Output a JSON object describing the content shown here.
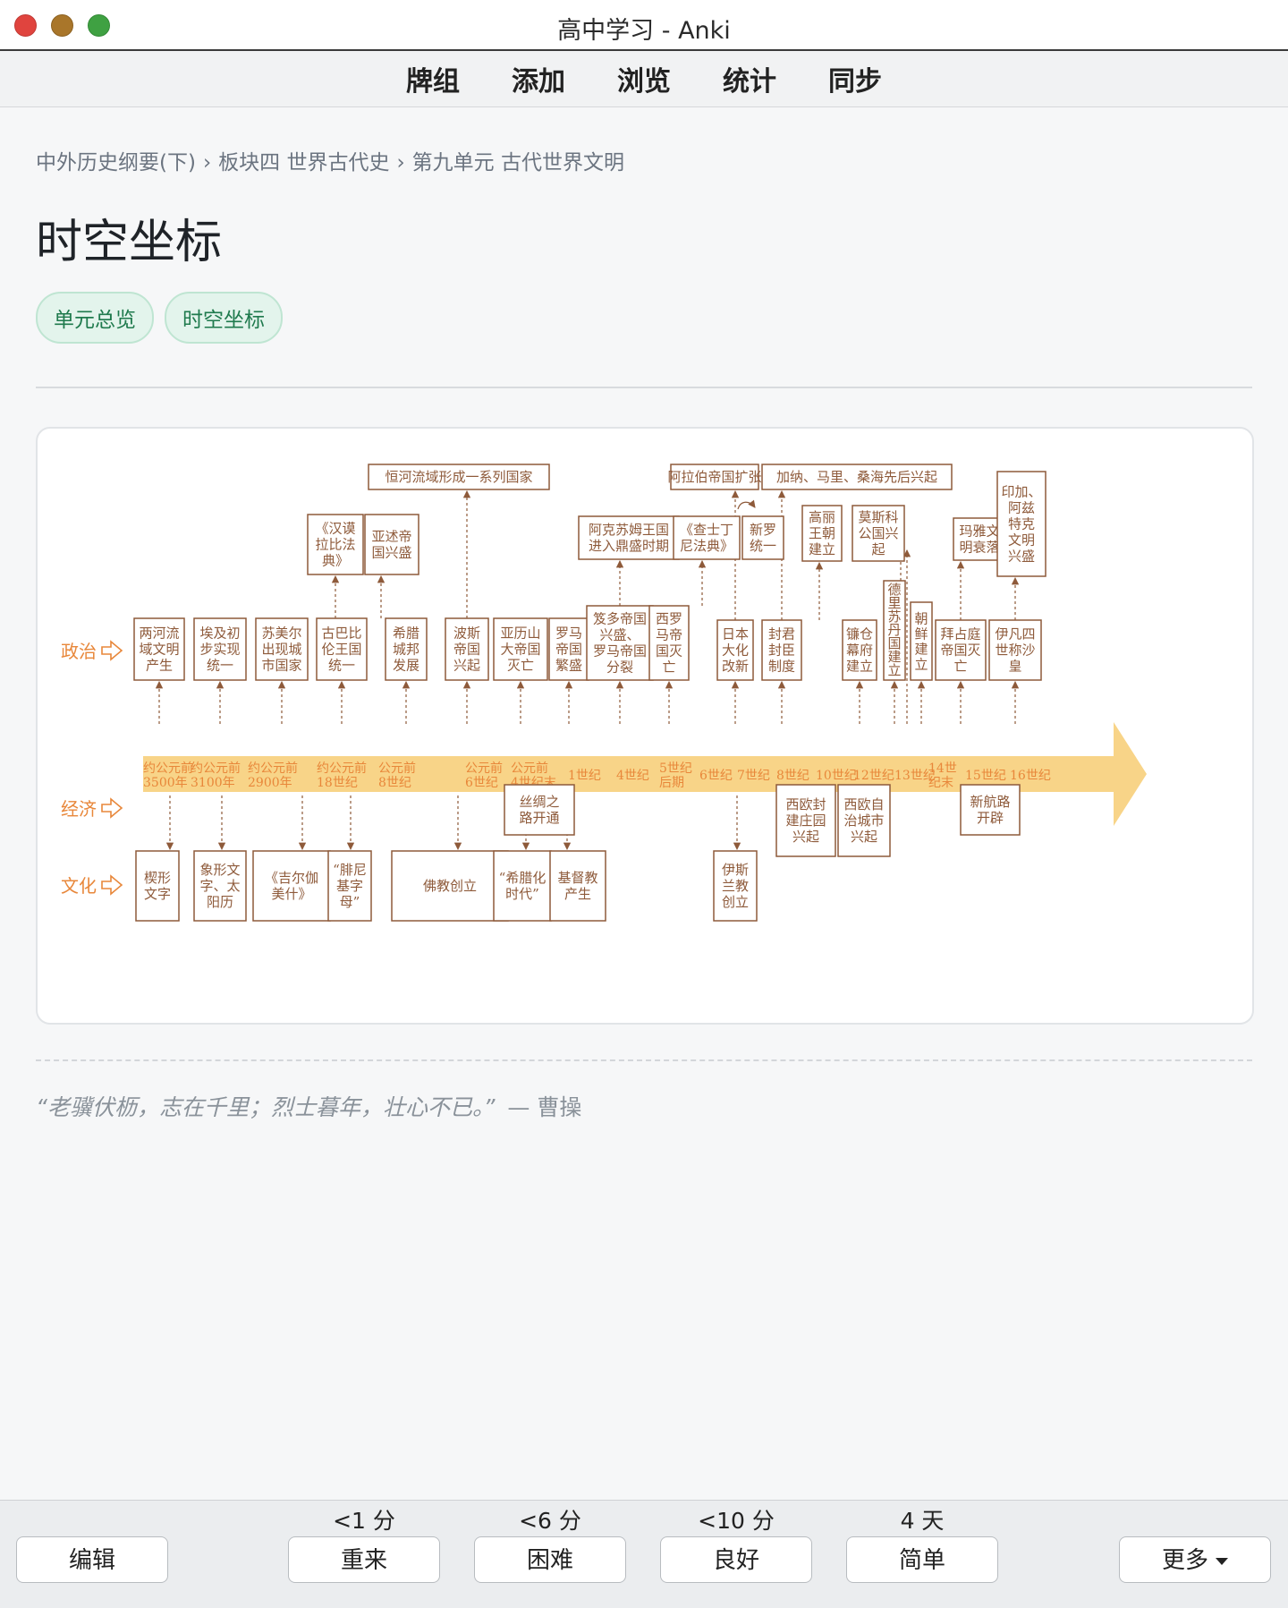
{
  "window": {
    "title": "高中学习 - Anki"
  },
  "toolbar": {
    "items": [
      "牌组",
      "添加",
      "浏览",
      "统计",
      "同步"
    ]
  },
  "breadcrumb": [
    "中外历史纲要(下)",
    "板块四 世界古代史",
    "第九单元 古代世界文明"
  ],
  "breadcrumb_sep": "›",
  "page_title": "时空坐标",
  "tags": [
    "单元总览",
    "时空坐标"
  ],
  "timeline": {
    "row_labels": [
      "政治",
      "经济",
      "文化"
    ],
    "eras": [
      "约公元前 3500年",
      "约公元前 3100年",
      "约公元前 2900年",
      "约公元前 18世纪",
      "公元前 8世纪",
      "公元前 6世纪",
      "公元前 4世纪末",
      "1世纪",
      "4世纪",
      "5世纪 后期",
      "6世纪",
      "7世纪",
      "8世纪",
      "10世纪",
      "12世纪",
      "13世纪",
      "14世 纪末",
      "15世纪",
      "16世纪"
    ],
    "politics_low": [
      "两河流 域文明 产生",
      "埃及初 步实现 统一",
      "苏美尔 出现城 市国家",
      "古巴比 伦王国 统一",
      "希腊 城邦 发展",
      "波斯 帝国 兴起",
      "亚历山 大帝国 灭亡",
      "罗马 帝国 繁盛",
      "笈多帝国 兴盛、 罗马帝国 分裂",
      "西罗 马帝 国灭 亡",
      "日本 大化 改新",
      "封君 封臣 制度",
      "镰仓 幕府 建立",
      "德 里 苏 丹 国 建 立",
      "朝 鲜 建 立",
      "拜占庭 帝国灭 亡",
      "伊凡四 世称沙 皇"
    ],
    "politics_high": [
      "《汉谟 拉比法 典》",
      "亚述帝 国兴盛",
      "恒河流域形成一系列国家",
      "阿克苏姆王国 进入鼎盛时期",
      "《查士丁 尼法典》",
      "阿拉伯帝国扩张",
      "新罗 统一",
      "加纳、马里、桑海先后兴起",
      "高丽 王朝 建立",
      "莫斯科 公国兴 起",
      "玛雅文 明衰落",
      "印加、 阿兹 特克 文明 兴盛"
    ],
    "economy": [
      "丝绸之 路开通",
      "西欧封 建庄园 兴起",
      "西欧自 治城市 兴起",
      "新航路 开辟"
    ],
    "culture": [
      "楔形 文字",
      "象形文 字、太 阳历",
      "《吉尔伽 美什》",
      "“腓尼 基字 母”",
      "佛教创立",
      "“希腊化 时代”",
      "基督教 产生",
      "伊斯 兰教 创立"
    ]
  },
  "quote": {
    "text": "“老骥伏枥，志在千里；烈士暮年，壮心不已。”",
    "author": "— 曹操"
  },
  "answers": {
    "edit_label": "编辑",
    "more_label": "更多",
    "buttons": [
      {
        "label": "重来",
        "interval": "<1 分"
      },
      {
        "label": "困难",
        "interval": "<6 分"
      },
      {
        "label": "良好",
        "interval": "<10 分"
      },
      {
        "label": "简单",
        "interval": "4 天"
      }
    ]
  },
  "colors": {
    "box": "#8e5a3a",
    "orange": "#e8873a",
    "band": "#f8d488",
    "accent_green": "#1f7a4d"
  }
}
